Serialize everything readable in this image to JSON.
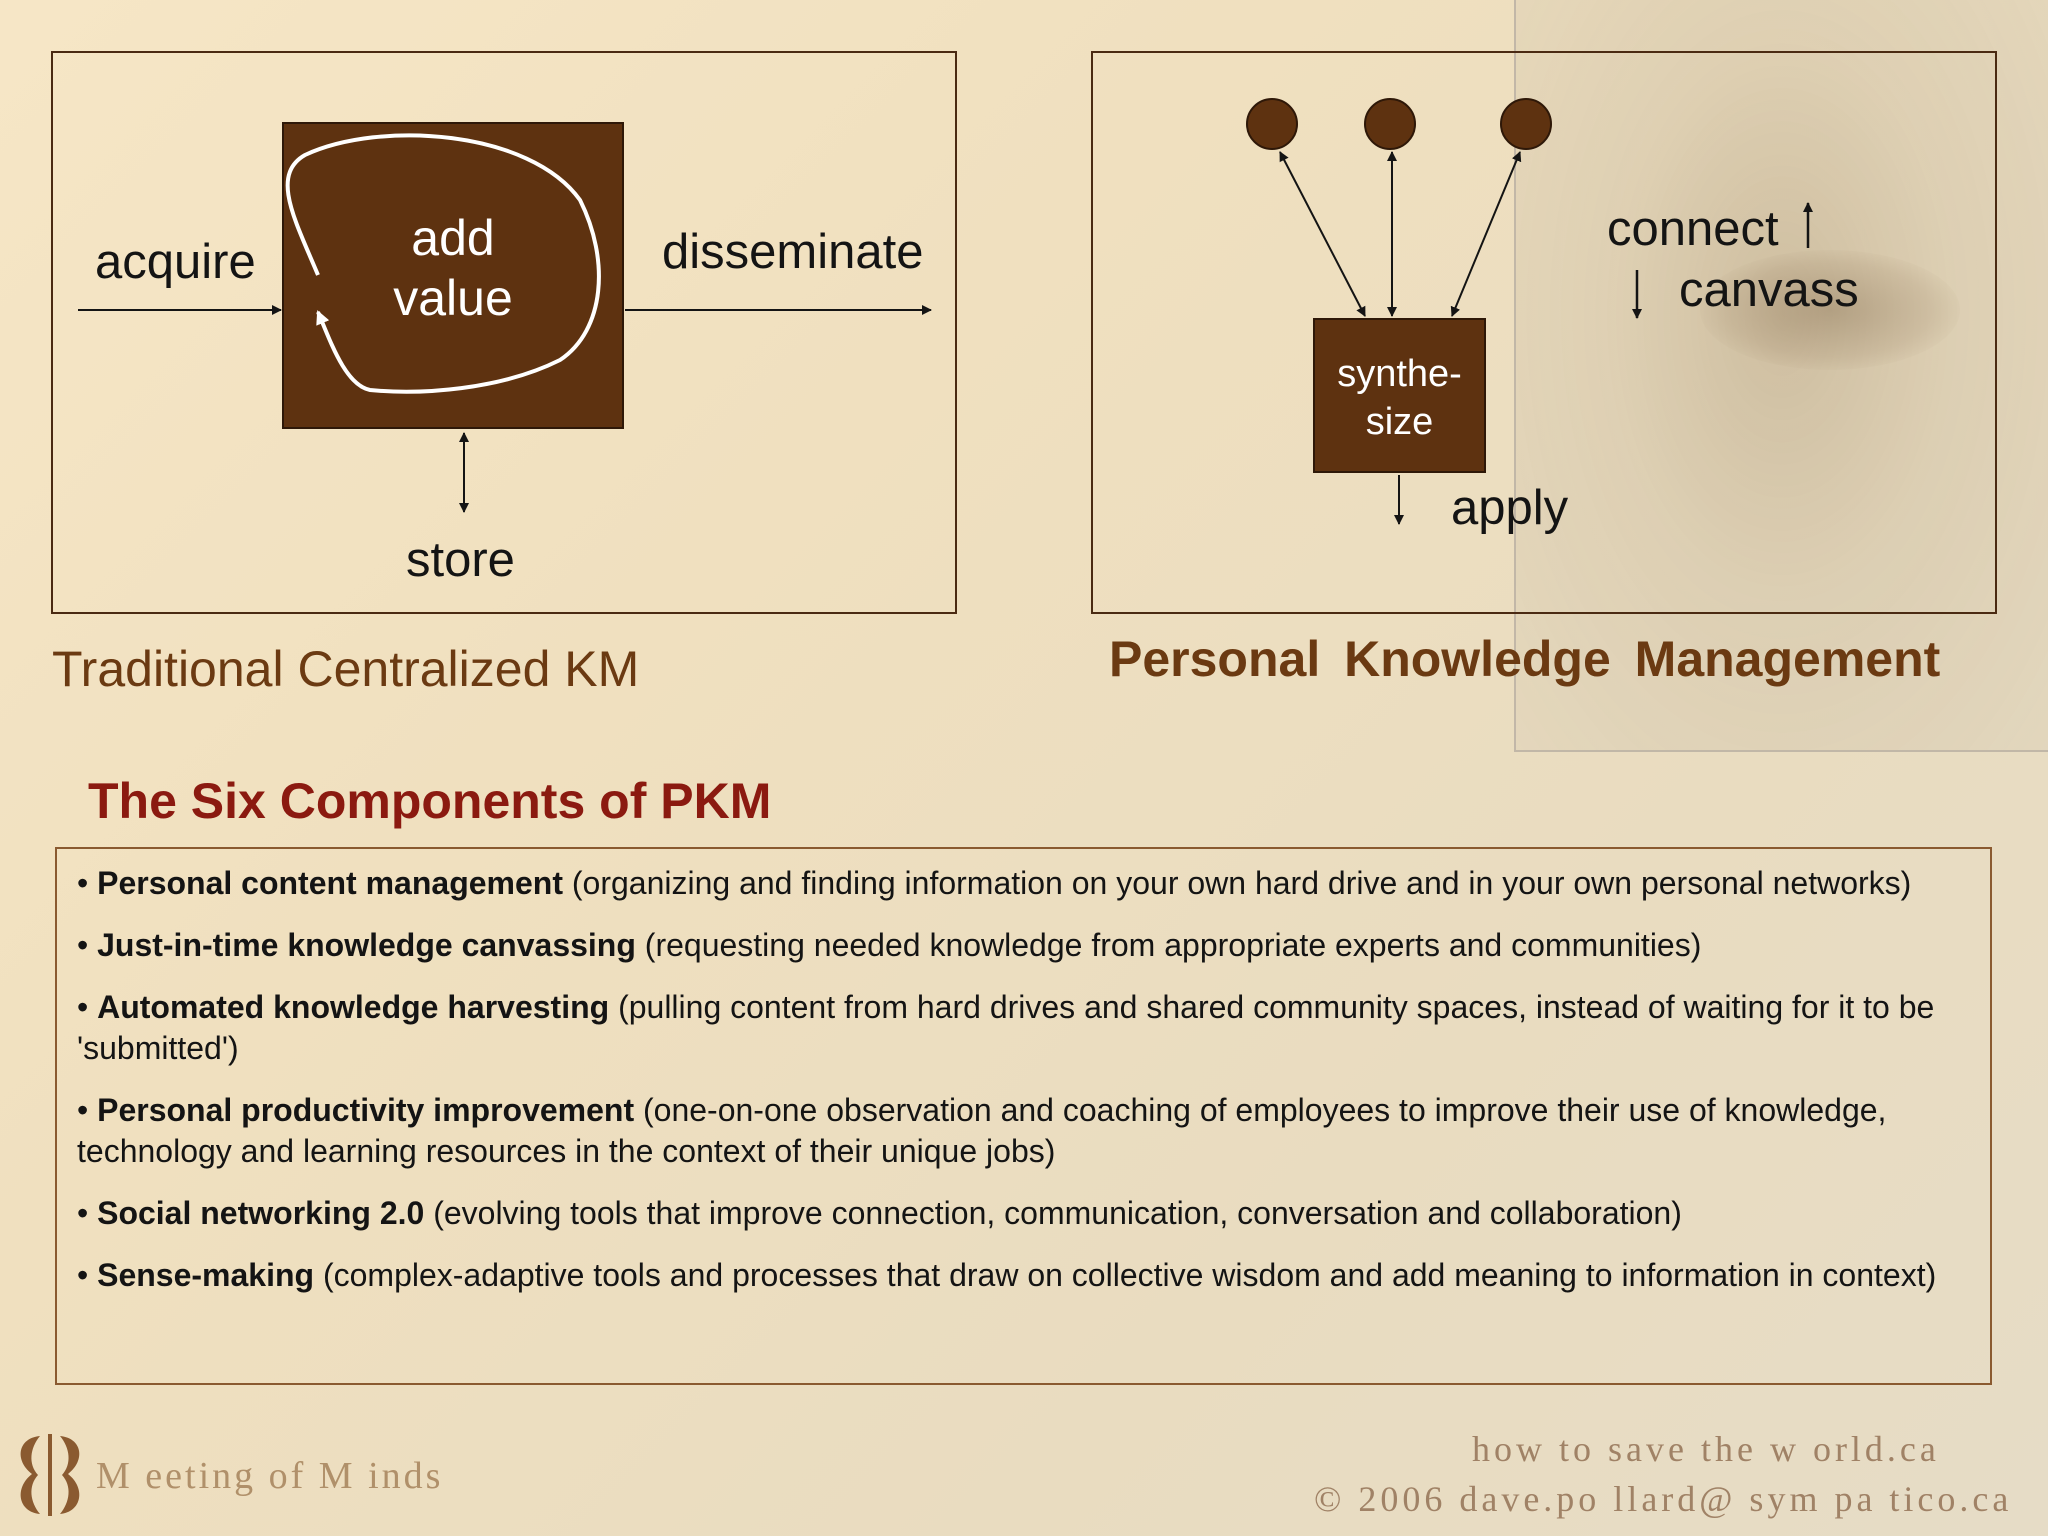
{
  "left_diagram": {
    "title": "Traditional Centralized KM",
    "center_label_line1": "add",
    "center_label_line2": "value",
    "acquire": "acquire",
    "disseminate": "disseminate",
    "store": "store"
  },
  "right_diagram": {
    "title": "Personal  Knowledge Management",
    "box_label_line1": "synthe-",
    "box_label_line2": "size",
    "connect": "connect",
    "canvass": "canvass",
    "apply": "apply"
  },
  "components": {
    "title": "The Six Components of PKM",
    "items": [
      {
        "bullet": "•",
        "term": "Personal content management",
        "desc": " (organizing and finding information on your own hard drive and in your own personal networks)"
      },
      {
        "bullet": "•",
        "term": "Just-in-time knowledge canvassing",
        "desc": " (requesting needed knowledge from appropriate experts and communities)"
      },
      {
        "bullet": "•",
        "term": "Automated knowledge harvesting",
        "desc": " (pulling content from hard drives and shared community spaces, instead of waiting for it to be 'submitted')"
      },
      {
        "bullet": "•",
        "term": "Personal productivity improvement",
        "desc": " (one-on-one observation and coaching of employees to improve their use of knowledge, technology and learning resources in the context of their unique jobs)"
      },
      {
        "bullet": "•",
        "term": "Social networking 2.0",
        "desc": " (evolving tools that improve connection, communication, conversation and collaboration)"
      },
      {
        "bullet": "•",
        "term": "Sense-making",
        "desc": " (complex-adaptive tools and processes that draw on collective wisdom and add meaning to information in context)"
      }
    ]
  },
  "footer": {
    "brand": "M eeting of M inds",
    "url": "how to save the w orld.ca",
    "copyright": "©  2006  dave.po llard@  sym pa tico.ca"
  },
  "colors": {
    "box_fill": "#5e3210",
    "title_brown": "#6b3a12",
    "heading_red": "#8b1a10"
  }
}
